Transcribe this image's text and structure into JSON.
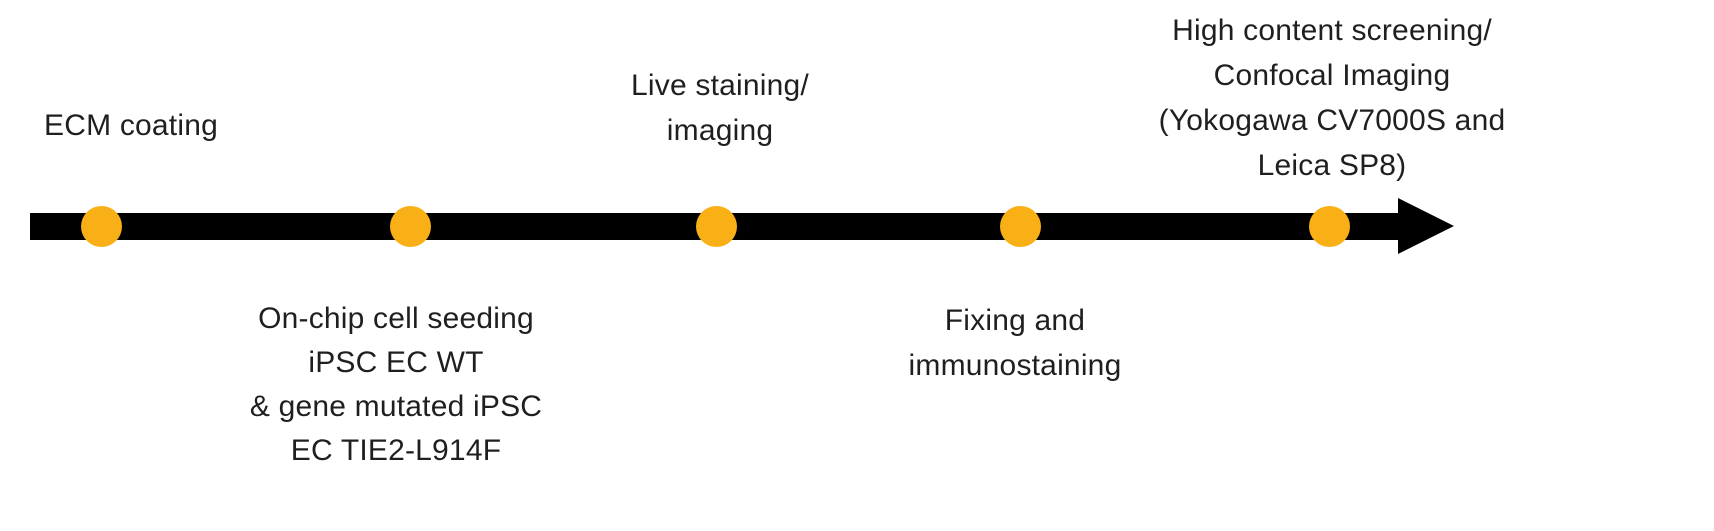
{
  "timeline": {
    "arrow_color": "#000000",
    "dot_color": "#F9B017",
    "text_color": "#1f1f1f",
    "steps": [
      {
        "id": "ecm-coating",
        "label": "ECM coating",
        "label_position": "above"
      },
      {
        "id": "cell-seeding",
        "label": "On-chip cell seeding\niPSC EC WT\n& gene mutated iPSC\nEC TIE2-L914F",
        "label_position": "below"
      },
      {
        "id": "live-staining-imaging",
        "label": "Live staining/\nimaging",
        "label_position": "above"
      },
      {
        "id": "fixing-immunostaining",
        "label": "Fixing and\nimmunostaining",
        "label_position": "below"
      },
      {
        "id": "high-content-screening",
        "label": "High content screening/\nConfocal Imaging\n(Yokogawa CV7000S and\nLeica SP8)",
        "label_position": "above"
      }
    ]
  }
}
